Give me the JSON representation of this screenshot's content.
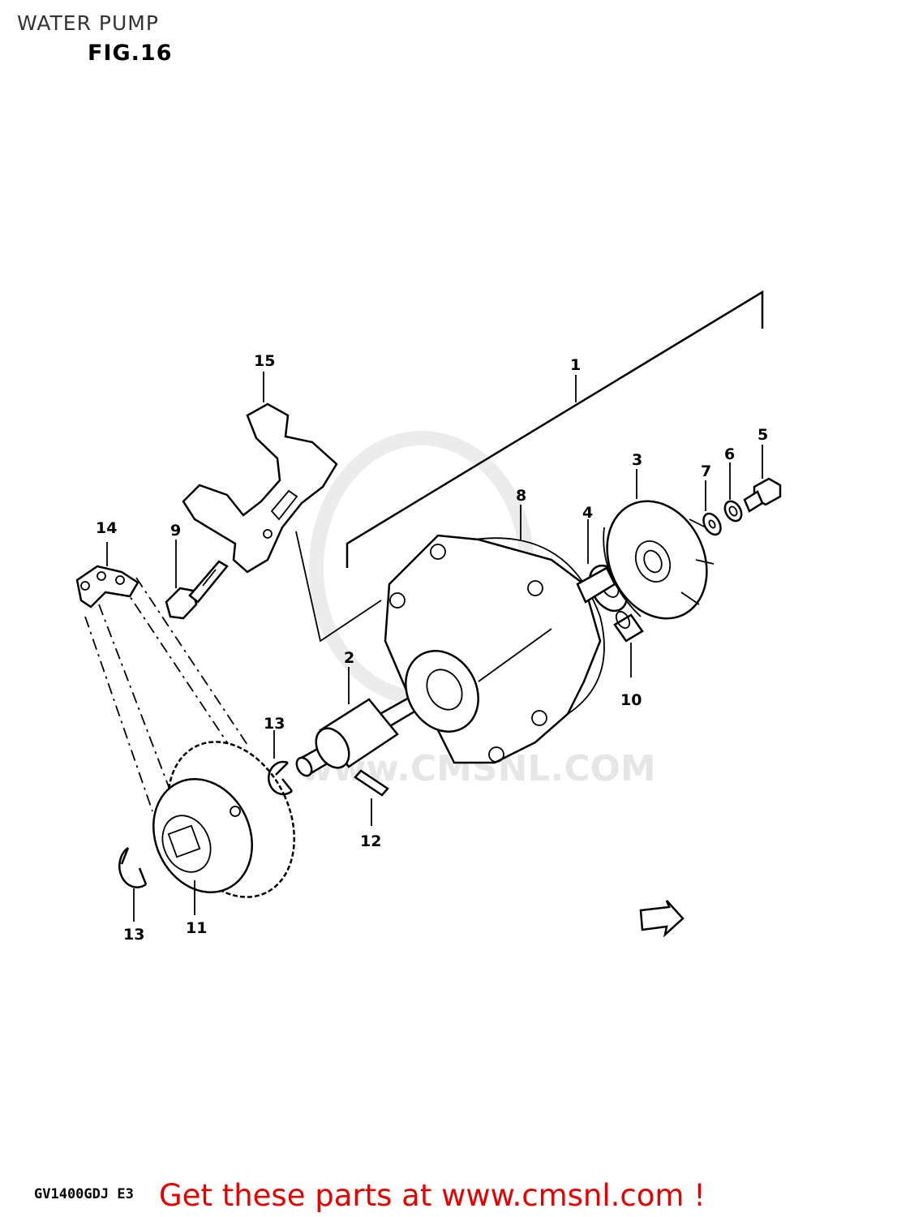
{
  "header": {
    "title": "WATER PUMP"
  },
  "figure": {
    "label": "FIG.16",
    "model_code": "GV1400GDJ E3"
  },
  "watermark": {
    "text": "www.CMSNL.COM"
  },
  "callouts": [
    {
      "id": "1",
      "label": "1"
    },
    {
      "id": "2",
      "label": "2"
    },
    {
      "id": "3",
      "label": "3"
    },
    {
      "id": "4",
      "label": "4"
    },
    {
      "id": "5",
      "label": "5"
    },
    {
      "id": "6",
      "label": "6"
    },
    {
      "id": "7",
      "label": "7"
    },
    {
      "id": "8",
      "label": "8"
    },
    {
      "id": "9",
      "label": "9"
    },
    {
      "id": "10",
      "label": "10"
    },
    {
      "id": "11",
      "label": "11"
    },
    {
      "id": "12",
      "label": "12"
    },
    {
      "id": "13a",
      "label": "13"
    },
    {
      "id": "13b",
      "label": "13"
    },
    {
      "id": "14",
      "label": "14"
    },
    {
      "id": "15",
      "label": "15"
    }
  ],
  "footer": {
    "promo_text": "Get these parts at www.cmsnl.com !"
  },
  "colors": {
    "promo": "#e60000",
    "ink": "#000000",
    "watermark": "#e6e6e6"
  }
}
